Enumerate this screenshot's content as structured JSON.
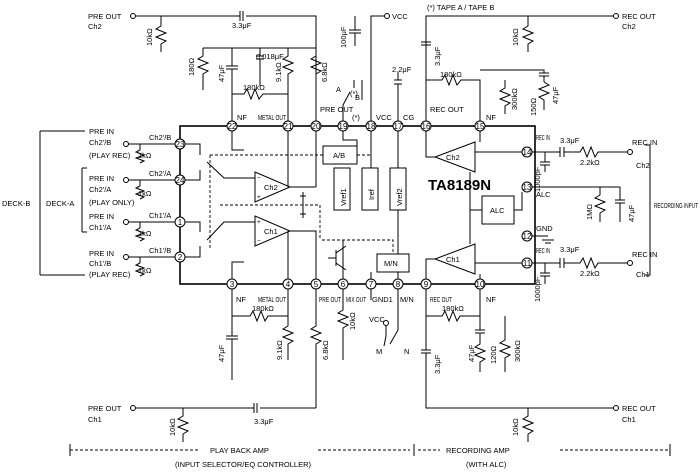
{
  "chip": {
    "name": "TA8189N"
  },
  "top": {
    "tape_label": "(*)  TAPE A / TAPE B",
    "vcc": "VCC",
    "pre_out": "PRE OUT",
    "pre_out_ch": "Ch2",
    "rec_out": "REC OUT",
    "rec_out_ch": "Ch2",
    "cap_33": "3.3μF",
    "r_10k_left": "10kΩ",
    "r_10k_right": "10kΩ",
    "cap_100": "100μF",
    "cap_33_right": "3.3μF",
    "r_180_a": "180Ω",
    "cap_47_a": "47μF",
    "cap_0018": "0.018μF",
    "r_91k": "9.1kΩ",
    "r_68k": "6.8kΩ",
    "r_180k": "180kΩ",
    "cap_22": "2.2μF",
    "r_180k_right": "180kΩ",
    "r_300k": "300kΩ",
    "r_150": "150Ω",
    "cap_47_b": "47μF",
    "star": "(*)",
    "b": "B",
    "a": "A"
  },
  "pins_top": [
    {
      "num": "22",
      "label": "NF"
    },
    {
      "num": "21",
      "label": "METAL OUT"
    },
    {
      "num": "20",
      "label": "PRE OUT"
    },
    {
      "num": "19",
      "label": "(*)"
    },
    {
      "num": "18",
      "label": "VCC"
    },
    {
      "num": "17",
      "label": "CG"
    },
    {
      "num": "16",
      "label": "REC OUT"
    },
    {
      "num": "15",
      "label": "NF"
    }
  ],
  "pins_bottom": [
    {
      "num": "3",
      "label": "NF"
    },
    {
      "num": "4",
      "label": "METAL OUT"
    },
    {
      "num": "5",
      "label": "PRE OUT"
    },
    {
      "num": "6",
      "label": "MIX OUT"
    },
    {
      "num": "7",
      "label": "GND1"
    },
    {
      "num": "8",
      "label": "M/N"
    },
    {
      "num": "9",
      "label": "REC OUT"
    },
    {
      "num": "10",
      "label": "NF"
    }
  ],
  "pins_left": [
    {
      "num": "23",
      "label_top": "PRE IN",
      "label_mid": "Ch2'/B",
      "label_bot": "(PLAY REC)",
      "inlabel": "Ch2'/B",
      "res": "1kΩ"
    },
    {
      "num": "24",
      "label_top": "PRE IN",
      "label_mid": "Ch2'/A",
      "label_bot": "(PLAY ONLY)",
      "inlabel": "Ch2'/A",
      "res": "1kΩ"
    },
    {
      "num": "1",
      "label_top": "PRE IN",
      "label_mid": "Ch1'/A",
      "label_bot": "",
      "inlabel": "Ch1'/A",
      "res": "1kΩ"
    },
    {
      "num": "2",
      "label_top": "PRE IN",
      "label_mid": "Ch1'/B",
      "label_bot": "(PLAY REC)",
      "inlabel": "Ch1'/B",
      "res": "1kΩ"
    }
  ],
  "pins_right": [
    {
      "num": "14",
      "label": "REC IN"
    },
    {
      "num": "13",
      "label": "ALC"
    },
    {
      "num": "12",
      "label": "GND"
    },
    {
      "num": "11",
      "label": "REC IN"
    }
  ],
  "deck": {
    "b": "DECK-B",
    "a": "DECK-A"
  },
  "blocks": {
    "ab": "A/B",
    "mn": "M/N",
    "alc": "ALC",
    "ch2": "Ch2",
    "ch1": "Ch1",
    "ch2r": "Ch2",
    "ch1r": "Ch1",
    "vref1": "Vref1",
    "iref": "Iref",
    "vref2": "Vref2"
  },
  "right": {
    "rec_in_ch2": "REC IN",
    "rec_in_ch2_ch": "Ch2",
    "rec_in_ch1": "REC IN",
    "rec_in_ch1_ch": "Ch1",
    "recording_input": "RECORDING INPUT",
    "cap_33_a": "3.3μF",
    "r_22k_a": "2.2kΩ",
    "cap_1000_a": "1000pF",
    "r_1m": "1MΩ",
    "cap_47": "47μF",
    "cap_33_b": "3.3μF",
    "r_22k_b": "2.2kΩ",
    "cap_1000_b": "1000pF"
  },
  "bottom": {
    "r_180k": "180kΩ",
    "r_91k": "9.1kΩ",
    "r_68k": "6.8kΩ",
    "cap_47": "47μF",
    "r_10k_mix": "10kΩ",
    "vcc": "VCC",
    "m": "M",
    "n": "N",
    "r_180k_right": "180kΩ",
    "cap_47_right": "47μF",
    "r_120": "120Ω",
    "r_300k": "300kΩ",
    "cap_33": "3.3μF",
    "cap_33_left": "3.3μF",
    "pre_out": "PRE OUT",
    "pre_out_ch": "Ch1",
    "rec_out": "REC OUT",
    "rec_out_ch": "Ch1",
    "r_10k_left": "10kΩ",
    "r_10k_right": "10kΩ"
  },
  "footer": {
    "play_back": "PLAY BACK AMP",
    "play_back_sub": "(INPUT SELECTOR/EQ CONTROLLER)",
    "recording": "RECORDING AMP",
    "recording_sub": "(WITH ALC)"
  }
}
